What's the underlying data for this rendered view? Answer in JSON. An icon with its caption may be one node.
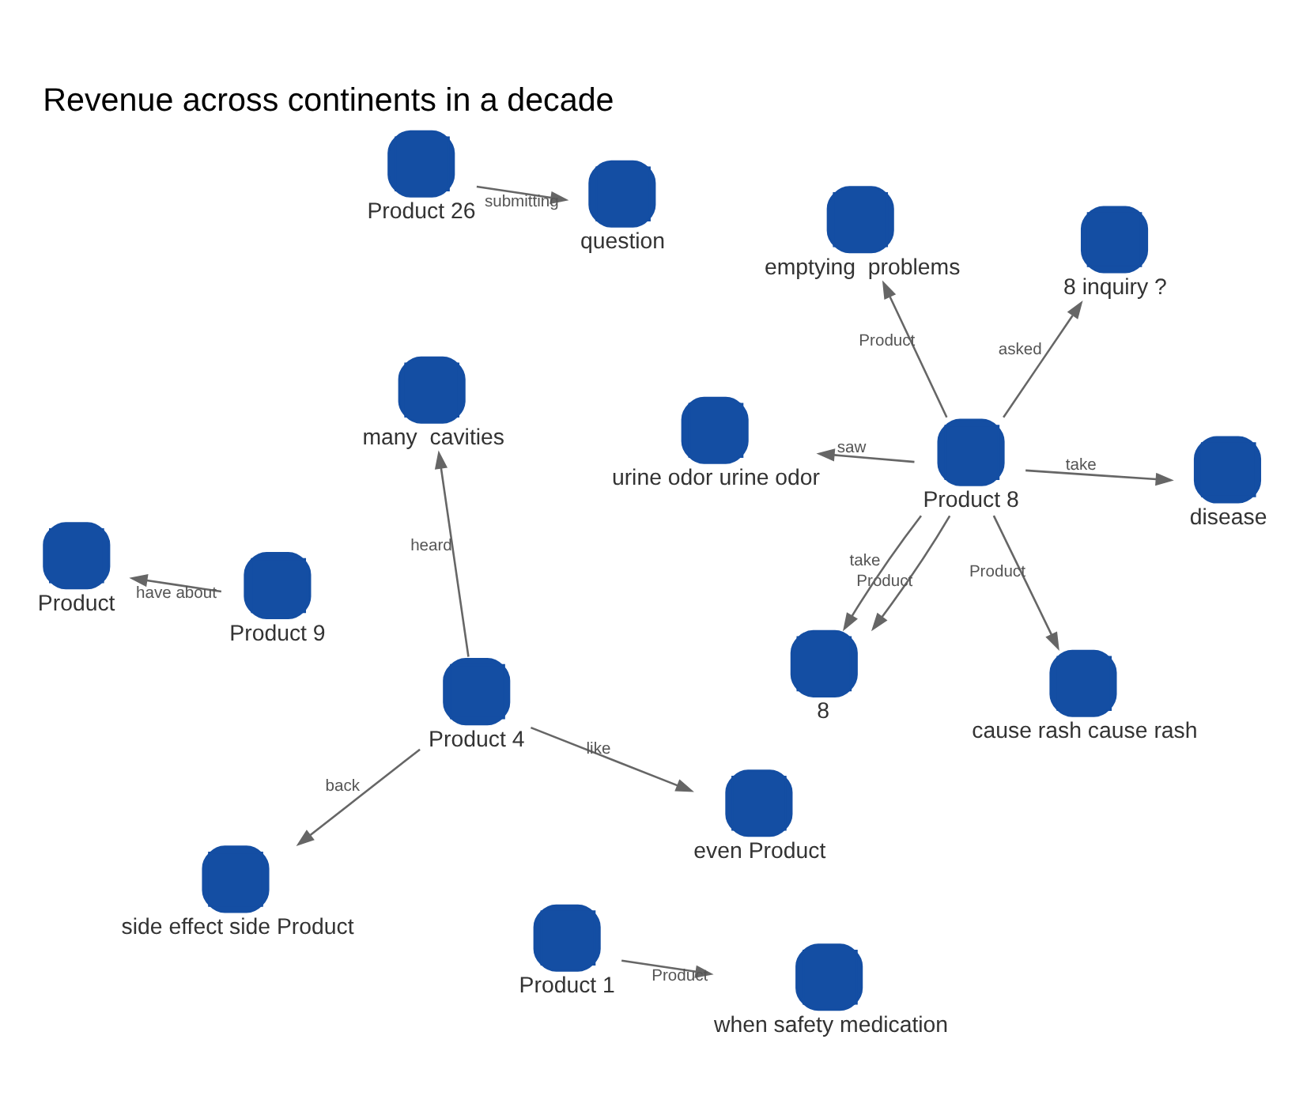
{
  "diagram": {
    "title": "Revenue across continents in a decade",
    "nodes": [
      {
        "text": [
          "Product 26"
        ]
      },
      {
        "text": [
          "question"
        ]
      },
      {
        "text": [
          "urine odor urine odor"
        ]
      },
      {
        "text": [
          "disease"
        ]
      },
      {
        "text": [
          "cause rash cause rash"
        ]
      },
      {
        "text": [
          "side effect side Product"
        ]
      },
      {
        "text": [
          "even Product"
        ]
      },
      {
        "text": [
          "emptying  problems"
        ]
      },
      {
        "text": [
          "Product 8"
        ]
      },
      {
        "text": [
          "Product"
        ]
      },
      {
        "text": [
          "Product 4"
        ]
      },
      {
        "text": [
          "Product 9"
        ]
      },
      {
        "text": [
          "8 inquiry ?"
        ]
      },
      {
        "text": [
          "8"
        ]
      },
      {
        "text": [
          "many  cavities"
        ]
      },
      {
        "text": [
          "Product 1"
        ]
      },
      {
        "text": [
          "when safety medication"
        ]
      }
    ],
    "edges": [
      {
        "from": 0,
        "to": 1,
        "arrow": "to",
        "label": "submitting"
      },
      {
        "from": 8,
        "to": 3,
        "arrow": "to",
        "label": "take"
      },
      {
        "from": 8,
        "to": 2,
        "arrow": "to",
        "label": "saw"
      },
      {
        "from": 8,
        "to": 4,
        "arrow": "to",
        "label": "Product"
      },
      {
        "from": 8,
        "to": 7,
        "arrow": "to",
        "label": "Product"
      },
      {
        "from": 8,
        "to": 12,
        "arrow": "to",
        "label": "asked"
      },
      {
        "from": 8,
        "to": 13,
        "arrow": "to",
        "label": "Product"
      },
      {
        "from": 8,
        "to": 13,
        "arrow": "to",
        "label": "take"
      },
      {
        "from": 10,
        "to": 5,
        "arrow": "to",
        "label": "back"
      },
      {
        "from": 10,
        "to": 6,
        "arrow": "to",
        "label": "like"
      },
      {
        "from": 10,
        "to": 14,
        "arrow": "to",
        "label": "heard"
      },
      {
        "from": 11,
        "to": 9,
        "arrow": "to",
        "label": "have about"
      },
      {
        "from": 15,
        "to": 16,
        "arrow": "to",
        "label": "Product"
      }
    ]
  }
}
